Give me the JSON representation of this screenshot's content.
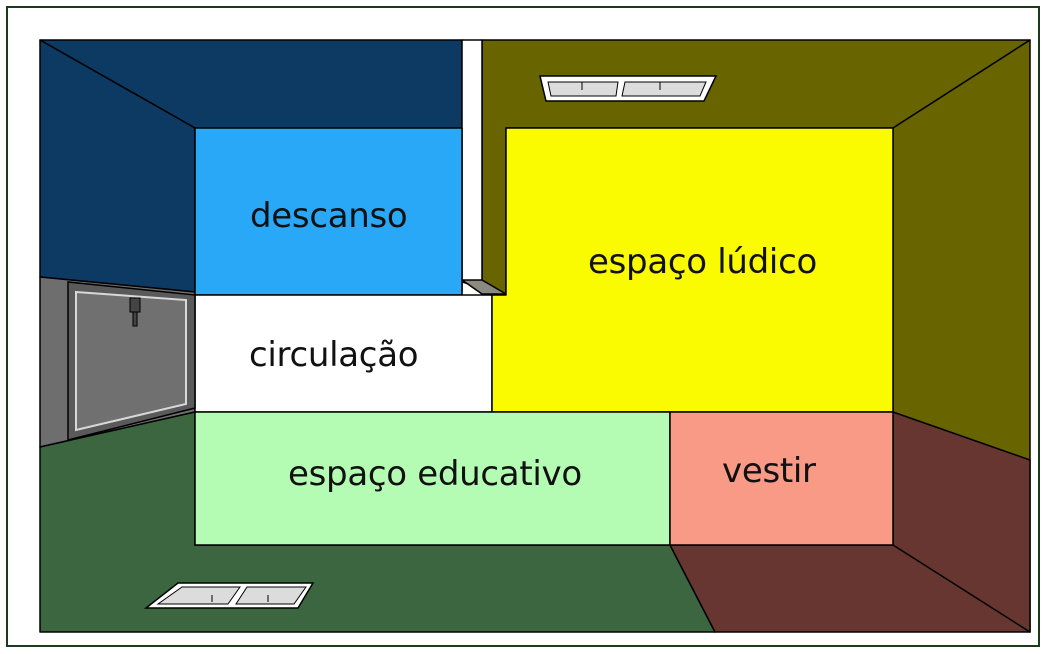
{
  "zones": {
    "descanso": {
      "label": "descanso",
      "color": "#29a8f7"
    },
    "circulacao": {
      "label": "circulação",
      "color": "#ffffff"
    },
    "ludico": {
      "label": "espaço lúdico",
      "color": "#fbfb00"
    },
    "educativo": {
      "label": "espaço educativo",
      "color": "#b4fbb4"
    },
    "vestir": {
      "label": "vestir",
      "color": "#f99a86"
    }
  },
  "walls": {
    "ceiling_left": "#0c3a63",
    "ceiling_right": "#686400",
    "wall_left": "#6e6e6e",
    "floor_left": "#3c6640",
    "floor_right": "#683630"
  }
}
